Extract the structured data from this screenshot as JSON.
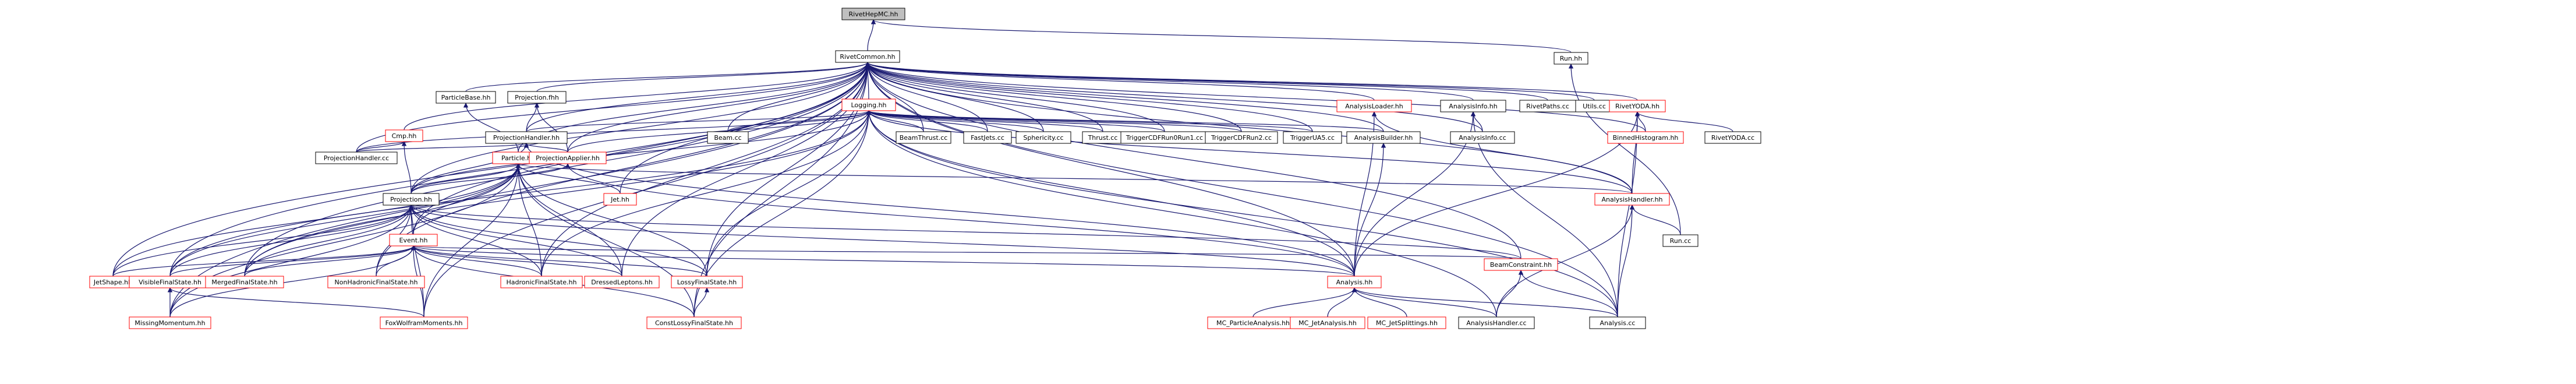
{
  "graph": {
    "nodes": [
      {
        "id": "rivethepmc_hh",
        "label": "RivetHepMC.hh",
        "style": "root"
      },
      {
        "id": "rivetcommon_hh",
        "label": "RivetCommon.hh",
        "style": "normal"
      },
      {
        "id": "run_hh",
        "label": "Run.hh",
        "style": "normal"
      },
      {
        "id": "particlebase_hh",
        "label": "ParticleBase.hh",
        "style": "normal"
      },
      {
        "id": "projection_fhh",
        "label": "Projection.fhh",
        "style": "normal"
      },
      {
        "id": "logging_hh",
        "label": "Logging.hh",
        "style": "red"
      },
      {
        "id": "analysisloader_hh",
        "label": "AnalysisLoader.hh",
        "style": "red"
      },
      {
        "id": "analysisinfo_hh",
        "label": "AnalysisInfo.hh",
        "style": "normal"
      },
      {
        "id": "rivetpaths_cc",
        "label": "RivetPaths.cc",
        "style": "normal"
      },
      {
        "id": "utils_cc",
        "label": "Utils.cc",
        "style": "normal"
      },
      {
        "id": "rivetyoda_hh",
        "label": "RivetYODA.hh",
        "style": "red"
      },
      {
        "id": "cmp_hh",
        "label": "Cmp.hh",
        "style": "red"
      },
      {
        "id": "projectionhandler_hh",
        "label": "ProjectionHandler.hh",
        "style": "normal"
      },
      {
        "id": "beam_cc",
        "label": "Beam.cc",
        "style": "normal"
      },
      {
        "id": "beamthrust_cc",
        "label": "BeamThrust.cc",
        "style": "normal"
      },
      {
        "id": "fastjets_cc",
        "label": "FastJets.cc",
        "style": "normal"
      },
      {
        "id": "sphericity_cc",
        "label": "Sphericity.cc",
        "style": "normal"
      },
      {
        "id": "thrust_cc",
        "label": "Thrust.cc",
        "style": "normal"
      },
      {
        "id": "triggercdfrun0run1_cc",
        "label": "TriggerCDFRun0Run1.cc",
        "style": "normal"
      },
      {
        "id": "triggercdfrun2_cc",
        "label": "TriggerCDFRun2.cc",
        "style": "normal"
      },
      {
        "id": "triggerua5_cc",
        "label": "TriggerUA5.cc",
        "style": "normal"
      },
      {
        "id": "analysisbuilder_hh",
        "label": "AnalysisBuilder.hh",
        "style": "normal"
      },
      {
        "id": "analysisinfo_cc",
        "label": "AnalysisInfo.cc",
        "style": "normal"
      },
      {
        "id": "binnedhistogram_hh",
        "label": "BinnedHistogram.hh",
        "style": "red"
      },
      {
        "id": "rivetyoda_cc",
        "label": "RivetYODA.cc",
        "style": "normal"
      },
      {
        "id": "projectionhandler_cc",
        "label": "ProjectionHandler.cc",
        "style": "normal"
      },
      {
        "id": "particle_hh",
        "label": "Particle.hh",
        "style": "red"
      },
      {
        "id": "projectionapplier_hh",
        "label": "ProjectionApplier.hh",
        "style": "red"
      },
      {
        "id": "jet_hh",
        "label": "Jet.hh",
        "style": "red"
      },
      {
        "id": "analysishandler_hh",
        "label": "AnalysisHandler.hh",
        "style": "red"
      },
      {
        "id": "projection_hh",
        "label": "Projection.hh",
        "style": "normal"
      },
      {
        "id": "run_cc",
        "label": "Run.cc",
        "style": "normal"
      },
      {
        "id": "event_hh",
        "label": "Event.hh",
        "style": "red"
      },
      {
        "id": "beamconstraint_hh",
        "label": "BeamConstraint.hh",
        "style": "red"
      },
      {
        "id": "jetshape_hh",
        "label": "JetShape.hh",
        "style": "red"
      },
      {
        "id": "visiblefinalstate_hh",
        "label": "VisibleFinalState.hh",
        "style": "red"
      },
      {
        "id": "mergedfinalstate_hh",
        "label": "MergedFinalState.hh",
        "style": "red"
      },
      {
        "id": "nonhadronicfinalstate_hh",
        "label": "NonHadronicFinalState.hh",
        "style": "red"
      },
      {
        "id": "hadronicfinalstate_hh",
        "label": "HadronicFinalState.hh",
        "style": "red"
      },
      {
        "id": "dressedleptons_hh",
        "label": "DressedLeptons.hh",
        "style": "red"
      },
      {
        "id": "lossyfinalstate_hh",
        "label": "LossyFinalState.hh",
        "style": "red"
      },
      {
        "id": "analysis_hh",
        "label": "Analysis.hh",
        "style": "red"
      },
      {
        "id": "missingmomentum_hh",
        "label": "MissingMomentum.hh",
        "style": "red"
      },
      {
        "id": "foxwolframmoments_hh",
        "label": "FoxWolframMoments.hh",
        "style": "red"
      },
      {
        "id": "constlossyfinalstate_hh",
        "label": "ConstLossyFinalState.hh",
        "style": "red"
      },
      {
        "id": "mc_particleanalysis_hh",
        "label": "MC_ParticleAnalysis.hh",
        "style": "red"
      },
      {
        "id": "mc_jetanalysis_hh",
        "label": "MC_JetAnalysis.hh",
        "style": "red"
      },
      {
        "id": "mc_jetsplittings_hh",
        "label": "MC_JetSplittings.hh",
        "style": "red"
      },
      {
        "id": "analysishandler_cc",
        "label": "AnalysisHandler.cc",
        "style": "normal"
      },
      {
        "id": "analysis_cc",
        "label": "Analysis.cc",
        "style": "normal"
      }
    ],
    "edges": [
      [
        "rivethepmc_hh",
        "rivetcommon_hh"
      ],
      [
        "rivethepmc_hh",
        "run_hh"
      ],
      [
        "rivetcommon_hh",
        "particlebase_hh"
      ],
      [
        "rivetcommon_hh",
        "projection_fhh"
      ],
      [
        "rivetcommon_hh",
        "logging_hh"
      ],
      [
        "rivetcommon_hh",
        "analysisloader_hh"
      ],
      [
        "rivetcommon_hh",
        "analysisinfo_hh"
      ],
      [
        "rivetcommon_hh",
        "rivetpaths_cc"
      ],
      [
        "rivetcommon_hh",
        "utils_cc"
      ],
      [
        "rivetcommon_hh",
        "rivetyoda_hh"
      ],
      [
        "rivetcommon_hh",
        "cmp_hh"
      ],
      [
        "rivetcommon_hh",
        "projectionhandler_hh"
      ],
      [
        "rivetcommon_hh",
        "beam_cc"
      ],
      [
        "rivetcommon_hh",
        "beamthrust_cc"
      ],
      [
        "rivetcommon_hh",
        "fastjets_cc"
      ],
      [
        "rivetcommon_hh",
        "sphericity_cc"
      ],
      [
        "rivetcommon_hh",
        "thrust_cc"
      ],
      [
        "rivetcommon_hh",
        "triggercdfrun0run1_cc"
      ],
      [
        "rivetcommon_hh",
        "triggercdfrun2_cc"
      ],
      [
        "rivetcommon_hh",
        "triggerua5_cc"
      ],
      [
        "rivetcommon_hh",
        "analysisbuilder_hh"
      ],
      [
        "rivetcommon_hh",
        "analysisinfo_cc"
      ],
      [
        "rivetcommon_hh",
        "binnedhistogram_hh"
      ],
      [
        "rivetcommon_hh",
        "projectionhandler_cc"
      ],
      [
        "rivetcommon_hh",
        "particle_hh"
      ],
      [
        "rivetcommon_hh",
        "projectionapplier_hh"
      ],
      [
        "rivetcommon_hh",
        "jet_hh"
      ],
      [
        "rivetcommon_hh",
        "projection_hh"
      ],
      [
        "rivetcommon_hh",
        "event_hh"
      ],
      [
        "rivetcommon_hh",
        "analysishandler_hh"
      ],
      [
        "rivetcommon_hh",
        "beamconstraint_hh"
      ],
      [
        "rivetcommon_hh",
        "jetshape_hh"
      ],
      [
        "rivetcommon_hh",
        "visiblefinalstate_hh"
      ],
      [
        "rivetcommon_hh",
        "mergedfinalstate_hh"
      ],
      [
        "rivetcommon_hh",
        "nonhadronicfinalstate_hh"
      ],
      [
        "rivetcommon_hh",
        "hadronicfinalstate_hh"
      ],
      [
        "rivetcommon_hh",
        "dressedleptons_hh"
      ],
      [
        "rivetcommon_hh",
        "lossyfinalstate_hh"
      ],
      [
        "rivetcommon_hh",
        "analysis_hh"
      ],
      [
        "rivetcommon_hh",
        "missingmomentum_hh"
      ],
      [
        "rivetcommon_hh",
        "foxwolframmoments_hh"
      ],
      [
        "rivetcommon_hh",
        "constlossyfinalstate_hh"
      ],
      [
        "rivetcommon_hh",
        "analysis_cc"
      ],
      [
        "run_hh",
        "run_cc"
      ],
      [
        "particlebase_hh",
        "particle_hh"
      ],
      [
        "projection_fhh",
        "projectionhandler_hh"
      ],
      [
        "projection_fhh",
        "projectionapplier_hh"
      ],
      [
        "logging_hh",
        "projectionhandler_hh"
      ],
      [
        "logging_hh",
        "beam_cc"
      ],
      [
        "logging_hh",
        "beamthrust_cc"
      ],
      [
        "logging_hh",
        "fastjets_cc"
      ],
      [
        "logging_hh",
        "sphericity_cc"
      ],
      [
        "logging_hh",
        "thrust_cc"
      ],
      [
        "logging_hh",
        "triggercdfrun0run1_cc"
      ],
      [
        "logging_hh",
        "triggercdfrun2_cc"
      ],
      [
        "logging_hh",
        "triggerua5_cc"
      ],
      [
        "logging_hh",
        "analysisbuilder_hh"
      ],
      [
        "logging_hh",
        "projectionhandler_cc"
      ],
      [
        "logging_hh",
        "projectionapplier_hh"
      ],
      [
        "logging_hh",
        "projection_hh"
      ],
      [
        "logging_hh",
        "analysishandler_hh"
      ],
      [
        "logging_hh",
        "analysis_hh"
      ],
      [
        "logging_hh",
        "mergedfinalstate_hh"
      ],
      [
        "logging_hh",
        "visiblefinalstate_hh"
      ],
      [
        "logging_hh",
        "hadronicfinalstate_hh"
      ],
      [
        "logging_hh",
        "lossyfinalstate_hh"
      ],
      [
        "logging_hh",
        "constlossyfinalstate_hh"
      ],
      [
        "logging_hh",
        "analysishandler_cc"
      ],
      [
        "logging_hh",
        "analysis_cc"
      ],
      [
        "analysisloader_hh",
        "analysishandler_hh"
      ],
      [
        "analysisloader_hh",
        "analysis_hh"
      ],
      [
        "analysisinfo_hh",
        "analysisinfo_cc"
      ],
      [
        "analysisinfo_hh",
        "analysis_hh"
      ],
      [
        "analysisinfo_hh",
        "analysis_cc"
      ],
      [
        "rivetyoda_hh",
        "binnedhistogram_hh"
      ],
      [
        "rivetyoda_hh",
        "rivetyoda_cc"
      ],
      [
        "rivetyoda_hh",
        "analysishandler_hh"
      ],
      [
        "rivetyoda_hh",
        "analysis_hh"
      ],
      [
        "rivetyoda_hh",
        "analysis_cc"
      ],
      [
        "cmp_hh",
        "projectionhandler_cc"
      ],
      [
        "cmp_hh",
        "projection_hh"
      ],
      [
        "projectionhandler_hh",
        "projectionhandler_cc"
      ],
      [
        "projectionhandler_hh",
        "projectionapplier_hh"
      ],
      [
        "projectionhandler_hh",
        "projection_hh"
      ],
      [
        "projectionhandler_hh",
        "analysis_hh"
      ],
      [
        "analysisbuilder_hh",
        "analysis_hh"
      ],
      [
        "particle_hh",
        "jet_hh"
      ],
      [
        "particle_hh",
        "projection_hh"
      ],
      [
        "particle_hh",
        "event_hh"
      ],
      [
        "particle_hh",
        "analysishandler_hh"
      ],
      [
        "particle_hh",
        "jetshape_hh"
      ],
      [
        "particle_hh",
        "visiblefinalstate_hh"
      ],
      [
        "particle_hh",
        "mergedfinalstate_hh"
      ],
      [
        "particle_hh",
        "hadronicfinalstate_hh"
      ],
      [
        "particle_hh",
        "dressedleptons_hh"
      ],
      [
        "particle_hh",
        "lossyfinalstate_hh"
      ],
      [
        "particle_hh",
        "missingmomentum_hh"
      ],
      [
        "particle_hh",
        "foxwolframmoments_hh"
      ],
      [
        "particle_hh",
        "constlossyfinalstate_hh"
      ],
      [
        "projectionapplier_hh",
        "projection_hh"
      ],
      [
        "projectionapplier_hh",
        "analysis_hh"
      ],
      [
        "analysishandler_hh",
        "run_cc"
      ],
      [
        "analysishandler_hh",
        "analysishandler_cc"
      ],
      [
        "analysishandler_hh",
        "analysis_cc"
      ],
      [
        "projection_hh",
        "event_hh"
      ],
      [
        "projection_hh",
        "beamconstraint_hh"
      ],
      [
        "projection_hh",
        "jetshape_hh"
      ],
      [
        "projection_hh",
        "visiblefinalstate_hh"
      ],
      [
        "projection_hh",
        "mergedfinalstate_hh"
      ],
      [
        "projection_hh",
        "nonhadronicfinalstate_hh"
      ],
      [
        "projection_hh",
        "hadronicfinalstate_hh"
      ],
      [
        "projection_hh",
        "dressedleptons_hh"
      ],
      [
        "projection_hh",
        "lossyfinalstate_hh"
      ],
      [
        "projection_hh",
        "analysis_hh"
      ],
      [
        "projection_hh",
        "missingmomentum_hh"
      ],
      [
        "projection_hh",
        "foxwolframmoments_hh"
      ],
      [
        "event_hh",
        "beamconstraint_hh"
      ],
      [
        "event_hh",
        "jetshape_hh"
      ],
      [
        "event_hh",
        "visiblefinalstate_hh"
      ],
      [
        "event_hh",
        "mergedfinalstate_hh"
      ],
      [
        "event_hh",
        "nonhadronicfinalstate_hh"
      ],
      [
        "event_hh",
        "hadronicfinalstate_hh"
      ],
      [
        "event_hh",
        "dressedleptons_hh"
      ],
      [
        "event_hh",
        "lossyfinalstate_hh"
      ],
      [
        "event_hh",
        "analysis_hh"
      ],
      [
        "event_hh",
        "missingmomentum_hh"
      ],
      [
        "event_hh",
        "foxwolframmoments_hh"
      ],
      [
        "event_hh",
        "constlossyfinalstate_hh"
      ],
      [
        "beamconstraint_hh",
        "analysishandler_cc"
      ],
      [
        "beamconstraint_hh",
        "analysis_cc"
      ],
      [
        "visiblefinalstate_hh",
        "missingmomentum_hh"
      ],
      [
        "visiblefinalstate_hh",
        "foxwolframmoments_hh"
      ],
      [
        "lossyfinalstate_hh",
        "constlossyfinalstate_hh"
      ],
      [
        "analysis_hh",
        "mc_particleanalysis_hh"
      ],
      [
        "analysis_hh",
        "mc_jetanalysis_hh"
      ],
      [
        "analysis_hh",
        "mc_jetsplittings_hh"
      ],
      [
        "analysis_hh",
        "analysishandler_cc"
      ],
      [
        "analysis_hh",
        "analysis_cc"
      ]
    ]
  }
}
